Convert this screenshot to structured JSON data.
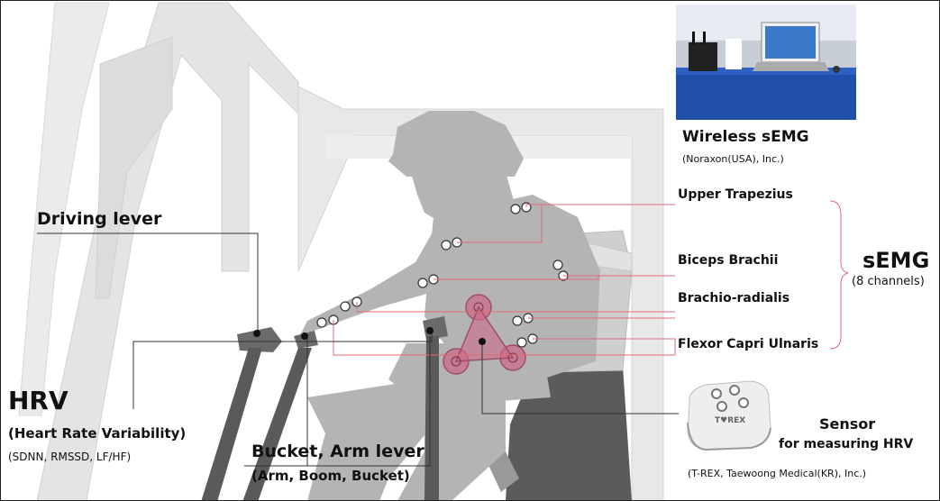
{
  "labels": {
    "driving_lever": "Driving lever",
    "hrv": "HRV",
    "hrv_full": "(Heart Rate Variability)",
    "hrv_metrics": "(SDNN, RMSSD, LF/HF)",
    "bucket_arm_lever": "Bucket, Arm lever",
    "bucket_arm_sub": "(Arm, Boom, Bucket)",
    "wireless_semg": "Wireless sEMG",
    "noraxon": "(Noraxon(USA), Inc.)",
    "upper_trapezius": "Upper Trapezius",
    "biceps_brachii": "Biceps Brachii",
    "brachio_radialis": "Brachio-radialis",
    "flexor_capri_ulnaris": "Flexor Capri Ulnaris",
    "semg": "sEMG",
    "channels": "(8 channels)",
    "sensor": "Sensor",
    "sensor_sub": "for measuring HRV",
    "trex": "(T-REX, Taewoong Medical(KR), Inc.)",
    "device_logo": "T♥REX"
  },
  "colors": {
    "line_red": "#e06a7a",
    "line_dark": "#333333",
    "cabin": "#e3e3e3",
    "figure": "#b3b3b3",
    "seat": "#5a5a5a",
    "lever": "#555555",
    "sensor_pink": "#c96b8a",
    "photo_blue": "#1f4fa8"
  }
}
